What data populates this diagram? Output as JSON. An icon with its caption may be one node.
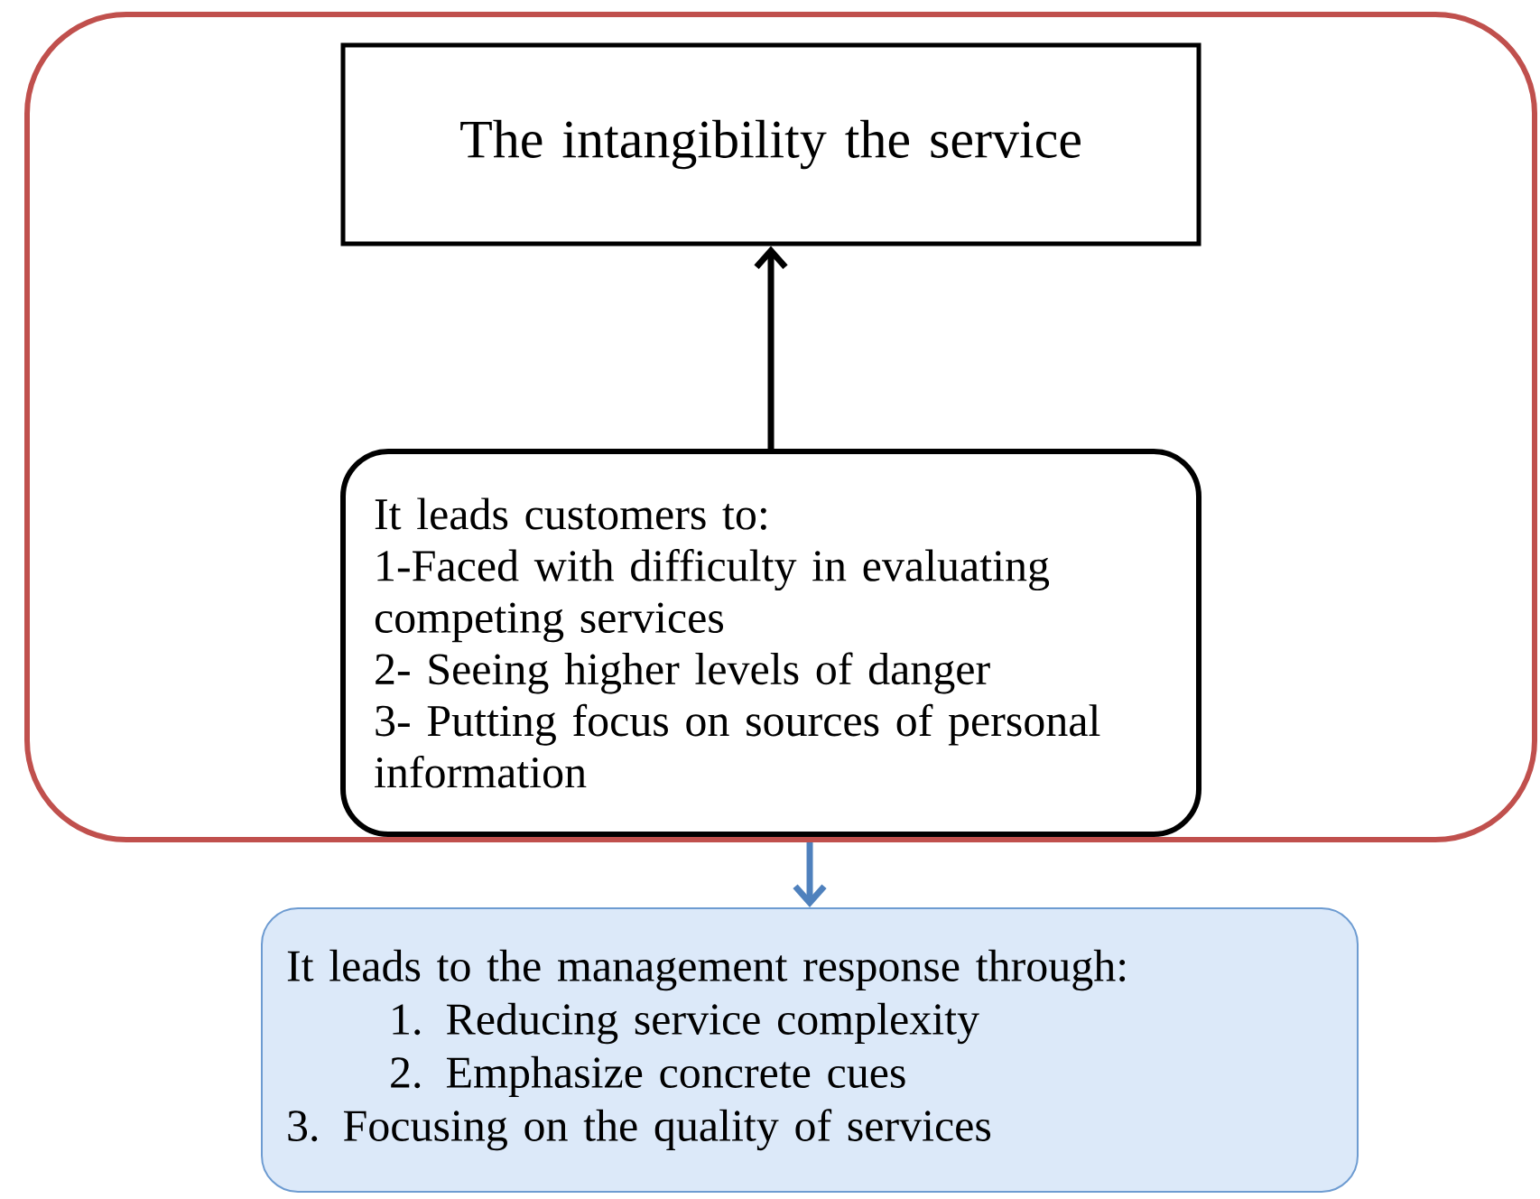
{
  "diagram": {
    "nodes": [
      {
        "text": [],
        "shape": "box"
      },
      {
        "text": [
          "The intangibility the service"
        ],
        "in": 0
      },
      {
        "text": [
          "It leads customers to:",
          "1-Faced with difficulty in evaluating competing services",
          "2- Seeing higher levels of danger",
          "3- Putting focus on sources of personal information"
        ],
        "in": 0
      },
      {
        "text": [
          "It leads to the management response through:",
          "1.   Reducing service  complexity",
          "2.   Emphasize concrete cues",
          "3.  Focusing on the quality of services"
        ]
      }
    ],
    "edges": [
      {
        "from": 2,
        "to": 1,
        "arrow": "to"
      },
      {
        "from": 0,
        "to": 3,
        "arrow": "to",
        "color": "#4f81bd"
      }
    ]
  }
}
